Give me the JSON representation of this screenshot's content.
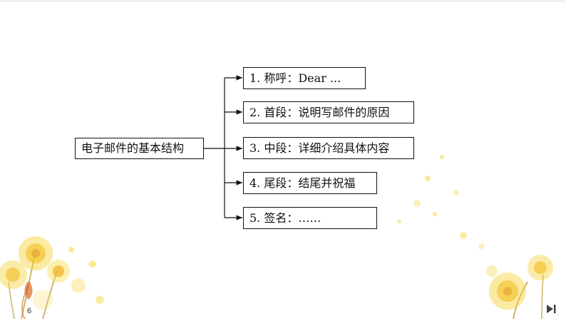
{
  "diagram": {
    "root": "电子邮件的基本结构",
    "branches": [
      "1. 称呼：Dear ...",
      "2. 首段：说明写邮件的原因",
      "3. 中段：详细介绍具体内容",
      "4. 尾段：结尾并祝福",
      "5. 签名：……"
    ]
  },
  "footer": {
    "page_number": "6",
    "next_icon": "skip-forward-icon"
  },
  "colors": {
    "line": "#111111",
    "flower_petal": "#f6d234",
    "flower_center": "#e8a51a",
    "stem": "#c9b56a",
    "ribbon": "#d86a2a"
  }
}
